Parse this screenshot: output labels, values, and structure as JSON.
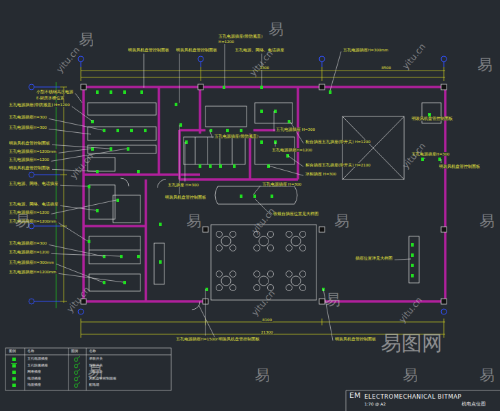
{
  "diagram": {
    "title": "ELECTROMECHANICAL BITMAP",
    "caption": "机电点位图",
    "labels": [
      "小型不锈钢高压电源",
      "E-厨房水槽位置",
      "明装风机盘管控制面板",
      "明装风机盘管控制面板",
      "五孔电源插座(带防溅盖)",
      "H=1200",
      "五孔电源、网络、电话插座",
      "五孔电源插座H=300mm",
      "3300",
      "8500",
      "五孔电源插座(带防溅盖) H=1200",
      "五孔电源插座H=300",
      "五孔电源插座H=300",
      "明装风机盘管控制面板",
      "五孔电源插座H=1200mm",
      "五孔电源插座H=1200",
      "明装风机盘管控制面板",
      "五孔电源、网络、电话插座",
      "五孔电源、网络、电话插座",
      "五孔电源插座H=1200",
      "五孔电源插座H=1200mm",
      "五孔电源插座H=300",
      "五孔电源插座H=1200",
      "五孔电源插座H=300mm",
      "五孔电源插座H=1200mm",
      "五孔电源插座(带防溅盖)",
      "五孔电源插座 H=300",
      "柜台插座五孔插座(带开关) H=1200",
      "五孔电源插座H=1200",
      "柜台插座五孔插座(带开关) H=2100",
      "冰柜插座 H=300",
      "五孔插座 H=300",
      "明装风机盘管控制面板",
      "五孔电源插座 H=300",
      "收银台插座位置见大样图",
      "明装风机盘管控制面板",
      "五孔电源插座H=300",
      "明装风机盘管控制面板",
      "插座位置详见大样图",
      "8100",
      "21300",
      "五孔电源插座H=1500mm",
      "明装风机盘管控制面板",
      "明装风机盘管控制面板",
      "图例",
      "名称",
      "图例",
      "名称",
      "EM",
      "1:70 @ A2",
      "易",
      "易",
      "易",
      "易",
      "易",
      "易",
      "易",
      "易",
      "易",
      "易",
      "易",
      "易",
      "yitu.cn",
      "yitu.cn",
      "yitu.cn",
      "yitu.cn",
      "yitu.cn",
      "yitu.cn",
      "yitu.cn",
      "yitu.cn",
      "yitu.cn",
      "易图网"
    ],
    "legend": [
      {
        "text": "五孔电源插座"
      },
      {
        "text": "五孔防溅插座"
      },
      {
        "text": "网络插座"
      },
      {
        "text": "电话插座"
      },
      {
        "text": "地面插座"
      },
      {
        "text": "单联开关"
      },
      {
        "text": "双联开关"
      },
      {
        "text": "三联开关"
      },
      {
        "text": "风机盘管控制面板"
      },
      {
        "text": "配电箱"
      }
    ]
  }
}
